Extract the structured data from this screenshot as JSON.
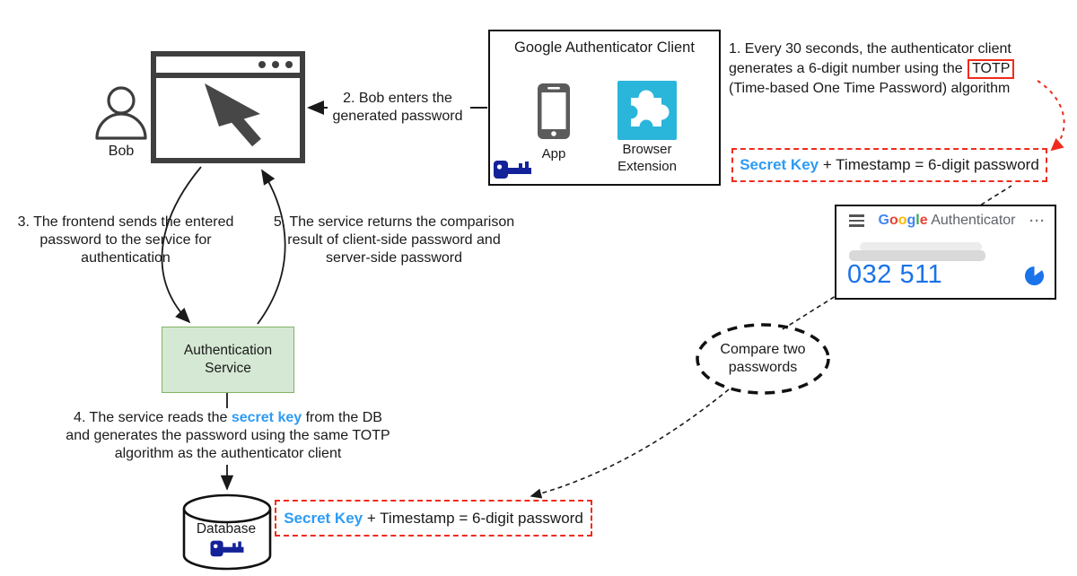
{
  "colors": {
    "red_accent": "#f02b1d",
    "secret_key_blue": "#2e9bf4",
    "google_blue": "#1a73e8",
    "service_fill": "#d5e8d4",
    "service_border": "#82b366",
    "extension_cyan": "#2ab5da",
    "key_navy": "#142299",
    "diagram_gray": "#3f3f3f"
  },
  "bob": {
    "label": "Bob"
  },
  "client_box": {
    "title": "Google Authenticator Client",
    "app_label": "App",
    "extension_line1": "Browser",
    "extension_line2": "Extension"
  },
  "steps": {
    "step1": {
      "line1": "1. Every 30 seconds, the authenticator client",
      "line2_prefix": "generates a 6-digit number using the ",
      "line2_highlight": "TOTP",
      "line3": "(Time-based One Time Password) algorithm"
    },
    "step2": {
      "line1": "2. Bob enters the",
      "line2": "generated password"
    },
    "step3": {
      "line1": "3. The frontend sends the entered",
      "line2": "password to the service for",
      "line3": "authentication"
    },
    "step4": {
      "line1_prefix": "4. The service reads the ",
      "line1_highlight": "secret key",
      "line1_suffix": " from the DB",
      "line2": "and generates the password using the same TOTP",
      "line3": "algorithm as the authenticator client"
    },
    "step5": {
      "line1": "5. The service returns the comparison",
      "line2": "result of client-side password and",
      "line3": "server-side password"
    }
  },
  "formula": {
    "key_label": "Secret Key",
    "rest": " + Timestamp = 6-digit password"
  },
  "service_box": {
    "line1": "Authentication",
    "line2": "Service"
  },
  "database": {
    "label": "Database"
  },
  "compare_ellipse": {
    "line1": "Compare two",
    "line2": "passwords"
  },
  "authenticator": {
    "logo_letters": [
      {
        "t": "G"
      },
      {
        "t": "o"
      },
      {
        "t": "o"
      },
      {
        "t": "g"
      },
      {
        "t": "l"
      },
      {
        "t": "e"
      }
    ],
    "title_rest": " Authenticator",
    "more_label": "···",
    "code": "032 511"
  }
}
